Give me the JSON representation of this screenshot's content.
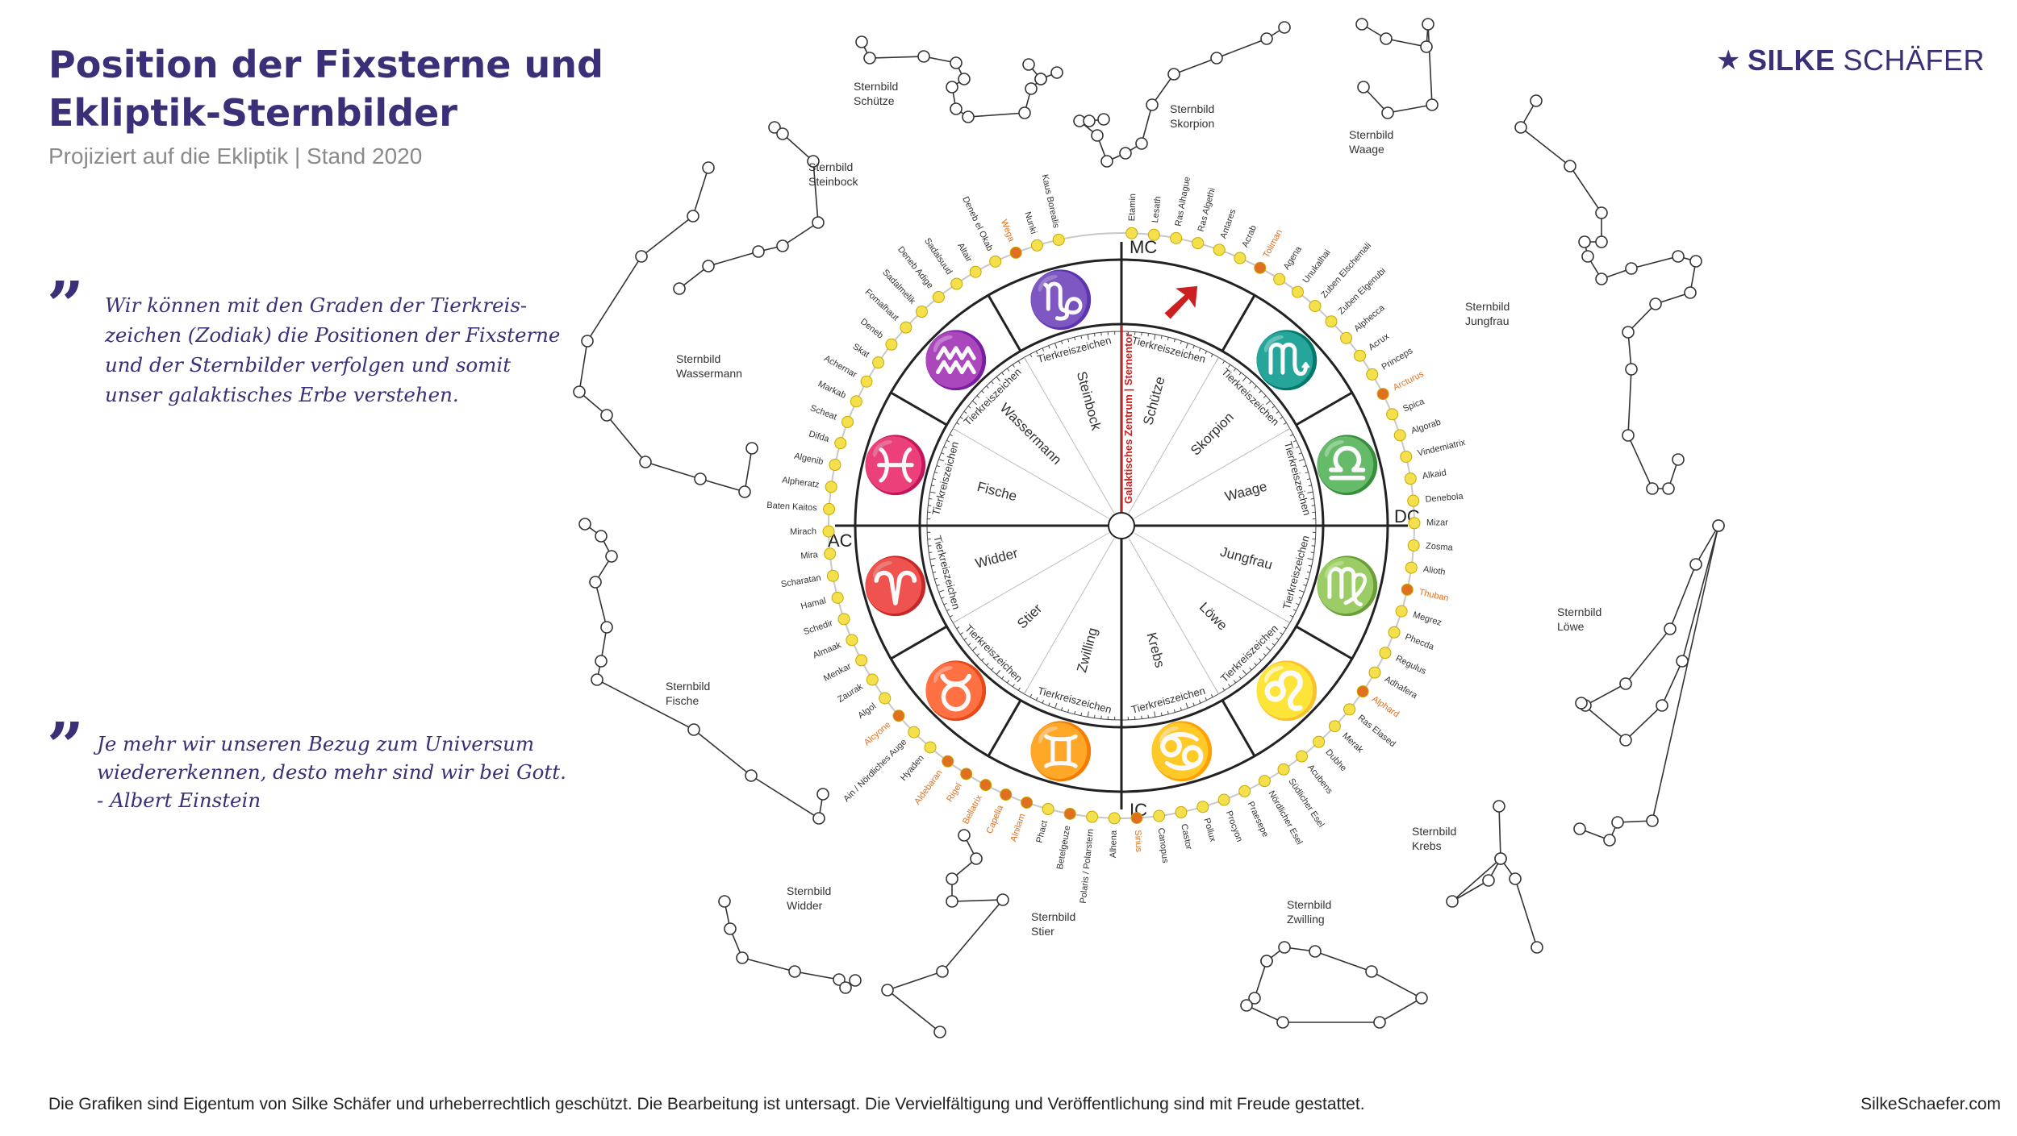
{
  "header": {
    "title_line1": "Position der Fixsterne und",
    "title_line2": "Ekliptik-Sternbilder",
    "subtitle": "Projiziert auf die Ekliptik | Stand 2020",
    "brand_bold": "SILKE",
    "brand_regular": "SCHÄFER"
  },
  "quotes": {
    "q1_lines": [
      "Wir können mit den Graden der Tierkreis-",
      "zeichen (Zodiak) die Positionen der Fixsterne",
      "und der Sternbilder verfolgen und somit",
      "unser galaktisches Erbe verstehen."
    ],
    "q2_lines": [
      "Je mehr wir unseren Bezug zum Universum",
      "wiedererkennen, desto mehr sind wir bei Gott.",
      "- Albert Einstein"
    ]
  },
  "footer": {
    "copyright": "Die Grafiken sind Eigentum von Silke Schäfer und urheberrechtlich geschützt. Die Bearbeitung ist untersagt. Die Vervielfältigung und Veröffentlichung sind mit Freude gestattet.",
    "url": "SilkeSchaefer.com"
  },
  "wheel": {
    "angles": {
      "mc": "MC",
      "ic": "IC",
      "ac": "AC",
      "dc": "DC"
    },
    "galactic_center": "Galaktisches Zentrum | Sternentor",
    "sign_word": "Tierkreiszeichen",
    "signs": [
      {
        "name": "Schütze",
        "color": "#cc2020",
        "glyph": "arrow-glyph"
      },
      {
        "name": "Skorpion",
        "color": "#1e2f8c",
        "glyph": "scorpio-glyph"
      },
      {
        "name": "Waage",
        "color": "#e8d51e",
        "glyph": "libra-glyph"
      },
      {
        "name": "Jungfrau",
        "color": "#2d9b2d",
        "glyph": "virgo-glyph"
      },
      {
        "name": "Löwe",
        "color": "#cc2020",
        "glyph": "leo-glyph"
      },
      {
        "name": "Krebs",
        "color": "#1e2f8c",
        "glyph": "cancer-glyph"
      },
      {
        "name": "Zwilling",
        "color": "#e8d51e",
        "glyph": "gemini-glyph"
      },
      {
        "name": "Stier",
        "color": "#2d9b2d",
        "glyph": "taurus-glyph"
      },
      {
        "name": "Widder",
        "color": "#cc2020",
        "glyph": "aries-glyph"
      },
      {
        "name": "Fische",
        "color": "#1e2f8c",
        "glyph": "pisces-glyph"
      },
      {
        "name": "Wassermann",
        "color": "#e8d51e",
        "glyph": "aquarius-glyph"
      },
      {
        "name": "Steinbock",
        "color": "#2d9b2d",
        "glyph": "capricorn-glyph"
      }
    ],
    "stars": [
      {
        "name": "Etamin",
        "color": "#f4e04d"
      },
      {
        "name": "Lesath",
        "color": "#f4e04d"
      },
      {
        "name": "Ras Alhague",
        "color": "#f4e04d"
      },
      {
        "name": "Ras Algethi",
        "color": "#f4e04d"
      },
      {
        "name": "Antares",
        "color": "#f4e04d"
      },
      {
        "name": "Acrab",
        "color": "#f4e04d"
      },
      {
        "name": "Toliman",
        "color": "#e07020",
        "highlight": true
      },
      {
        "name": "Agena",
        "color": "#f4e04d"
      },
      {
        "name": "Unukalhai",
        "color": "#f4e04d"
      },
      {
        "name": "Zuben Elschemali",
        "color": "#f4e04d"
      },
      {
        "name": "Zuben Elgenubi",
        "color": "#f4e04d"
      },
      {
        "name": "Alphecca",
        "color": "#f4e04d"
      },
      {
        "name": "Acrux",
        "color": "#f4e04d"
      },
      {
        "name": "Princeps",
        "color": "#f4e04d"
      },
      {
        "name": "Arcturus",
        "color": "#e07020",
        "highlight": true
      },
      {
        "name": "Spica",
        "color": "#f4e04d"
      },
      {
        "name": "Algorab",
        "color": "#f4e04d"
      },
      {
        "name": "Vindemiatrix",
        "color": "#f4e04d"
      },
      {
        "name": "Alkaid",
        "color": "#f4e04d"
      },
      {
        "name": "Denebola",
        "color": "#f4e04d"
      },
      {
        "name": "Mizar",
        "color": "#f4e04d"
      },
      {
        "name": "Zosma",
        "color": "#f4e04d"
      },
      {
        "name": "Alioth",
        "color": "#f4e04d"
      },
      {
        "name": "Thuban",
        "color": "#e07020",
        "highlight": true
      },
      {
        "name": "Megrez",
        "color": "#f4e04d"
      },
      {
        "name": "Phecda",
        "color": "#f4e04d"
      },
      {
        "name": "Regulus",
        "color": "#f4e04d"
      },
      {
        "name": "Adhafera",
        "color": "#f4e04d"
      },
      {
        "name": "Alphard",
        "color": "#e07020",
        "highlight": true
      },
      {
        "name": "Ras Elased",
        "color": "#f4e04d"
      },
      {
        "name": "Merak",
        "color": "#f4e04d"
      },
      {
        "name": "Dubhe",
        "color": "#f4e04d"
      },
      {
        "name": "Acubens",
        "color": "#f4e04d"
      },
      {
        "name": "Südlicher Esel",
        "color": "#f4e04d"
      },
      {
        "name": "Nördlicher Esel",
        "color": "#f4e04d"
      },
      {
        "name": "Praesepe",
        "color": "#f4e04d"
      },
      {
        "name": "Procyon",
        "color": "#f4e04d"
      },
      {
        "name": "Pollux",
        "color": "#f4e04d"
      },
      {
        "name": "Castor",
        "color": "#f4e04d"
      },
      {
        "name": "Canopus",
        "color": "#f4e04d"
      },
      {
        "name": "Sirius",
        "color": "#e07020",
        "highlight": true
      },
      {
        "name": "Alhena",
        "color": "#f4e04d"
      },
      {
        "name": "Polaris / Polarstern",
        "color": "#f4e04d"
      },
      {
        "name": "Betelgeuze",
        "color": "#e07020"
      },
      {
        "name": "Phact",
        "color": "#f4e04d"
      },
      {
        "name": "Alnilam",
        "color": "#e07020",
        "highlight": true
      },
      {
        "name": "Capella",
        "color": "#e07020",
        "highlight": true
      },
      {
        "name": "Bellatrix",
        "color": "#e07020",
        "highlight": true
      },
      {
        "name": "Rigel",
        "color": "#e07020",
        "highlight": true
      },
      {
        "name": "Aldebaran",
        "color": "#e07020",
        "highlight": true
      },
      {
        "name": "Hyaden",
        "color": "#f4e04d"
      },
      {
        "name": "Ain / Nördliches Auge",
        "color": "#f4e04d"
      },
      {
        "name": "Alcyone",
        "color": "#e07020",
        "highlight": true
      },
      {
        "name": "Algol",
        "color": "#f4e04d"
      },
      {
        "name": "Zaurak",
        "color": "#f4e04d"
      },
      {
        "name": "Menkar",
        "color": "#f4e04d"
      },
      {
        "name": "Almaak",
        "color": "#f4e04d"
      },
      {
        "name": "Schedir",
        "color": "#f4e04d"
      },
      {
        "name": "Hamal",
        "color": "#f4e04d"
      },
      {
        "name": "Scharatan",
        "color": "#f4e04d"
      },
      {
        "name": "Mira",
        "color": "#f4e04d"
      },
      {
        "name": "Mirach",
        "color": "#f4e04d"
      },
      {
        "name": "Baten Kaitos",
        "color": "#f4e04d"
      },
      {
        "name": "Alpheratz",
        "color": "#f4e04d"
      },
      {
        "name": "Algenib",
        "color": "#f4e04d"
      },
      {
        "name": "Difda",
        "color": "#f4e04d"
      },
      {
        "name": "Scheat",
        "color": "#f4e04d"
      },
      {
        "name": "Markab",
        "color": "#f4e04d"
      },
      {
        "name": "Achernar",
        "color": "#f4e04d"
      },
      {
        "name": "Skat",
        "color": "#f4e04d"
      },
      {
        "name": "Deneb",
        "color": "#f4e04d"
      },
      {
        "name": "Fomalhaut",
        "color": "#f4e04d"
      },
      {
        "name": "Sadalmelik",
        "color": "#f4e04d"
      },
      {
        "name": "Deneb Adige",
        "color": "#f4e04d"
      },
      {
        "name": "Sadalsuud",
        "color": "#f4e04d"
      },
      {
        "name": "Altair",
        "color": "#f4e04d"
      },
      {
        "name": "Deneb el Okab",
        "color": "#f4e04d"
      },
      {
        "name": "Wega",
        "color": "#e07020",
        "highlight": true
      },
      {
        "name": "Nunki",
        "color": "#f4e04d"
      },
      {
        "name": "Kaus Borealis",
        "color": "#f4e04d"
      }
    ]
  },
  "constellations": [
    {
      "name": "Sternbild Schütze",
      "line1": "Sternbild",
      "line2": "Schütze"
    },
    {
      "name": "Sternbild Skorpion",
      "line1": "Sternbild",
      "line2": "Skorpion"
    },
    {
      "name": "Sternbild Waage",
      "line1": "Sternbild",
      "line2": "Waage"
    },
    {
      "name": "Sternbild Steinbock",
      "line1": "Sternbild",
      "line2": "Steinbock"
    },
    {
      "name": "Sternbild Jungfrau",
      "line1": "Sternbild",
      "line2": "Jungfrau"
    },
    {
      "name": "Sternbild Wassermann",
      "line1": "Sternbild",
      "line2": "Wassermann"
    },
    {
      "name": "Sternbild Löwe",
      "line1": "Sternbild",
      "line2": "Löwe"
    },
    {
      "name": "Sternbild Fische",
      "line1": "Sternbild",
      "line2": "Fische"
    },
    {
      "name": "Sternbild Krebs",
      "line1": "Sternbild",
      "line2": "Krebs"
    },
    {
      "name": "Sternbild Widder",
      "line1": "Sternbild",
      "line2": "Widder"
    },
    {
      "name": "Sternbild Stier",
      "line1": "Sternbild",
      "line2": "Stier"
    },
    {
      "name": "Sternbild Zwilling",
      "line1": "Sternbild",
      "line2": "Zwilling"
    }
  ]
}
